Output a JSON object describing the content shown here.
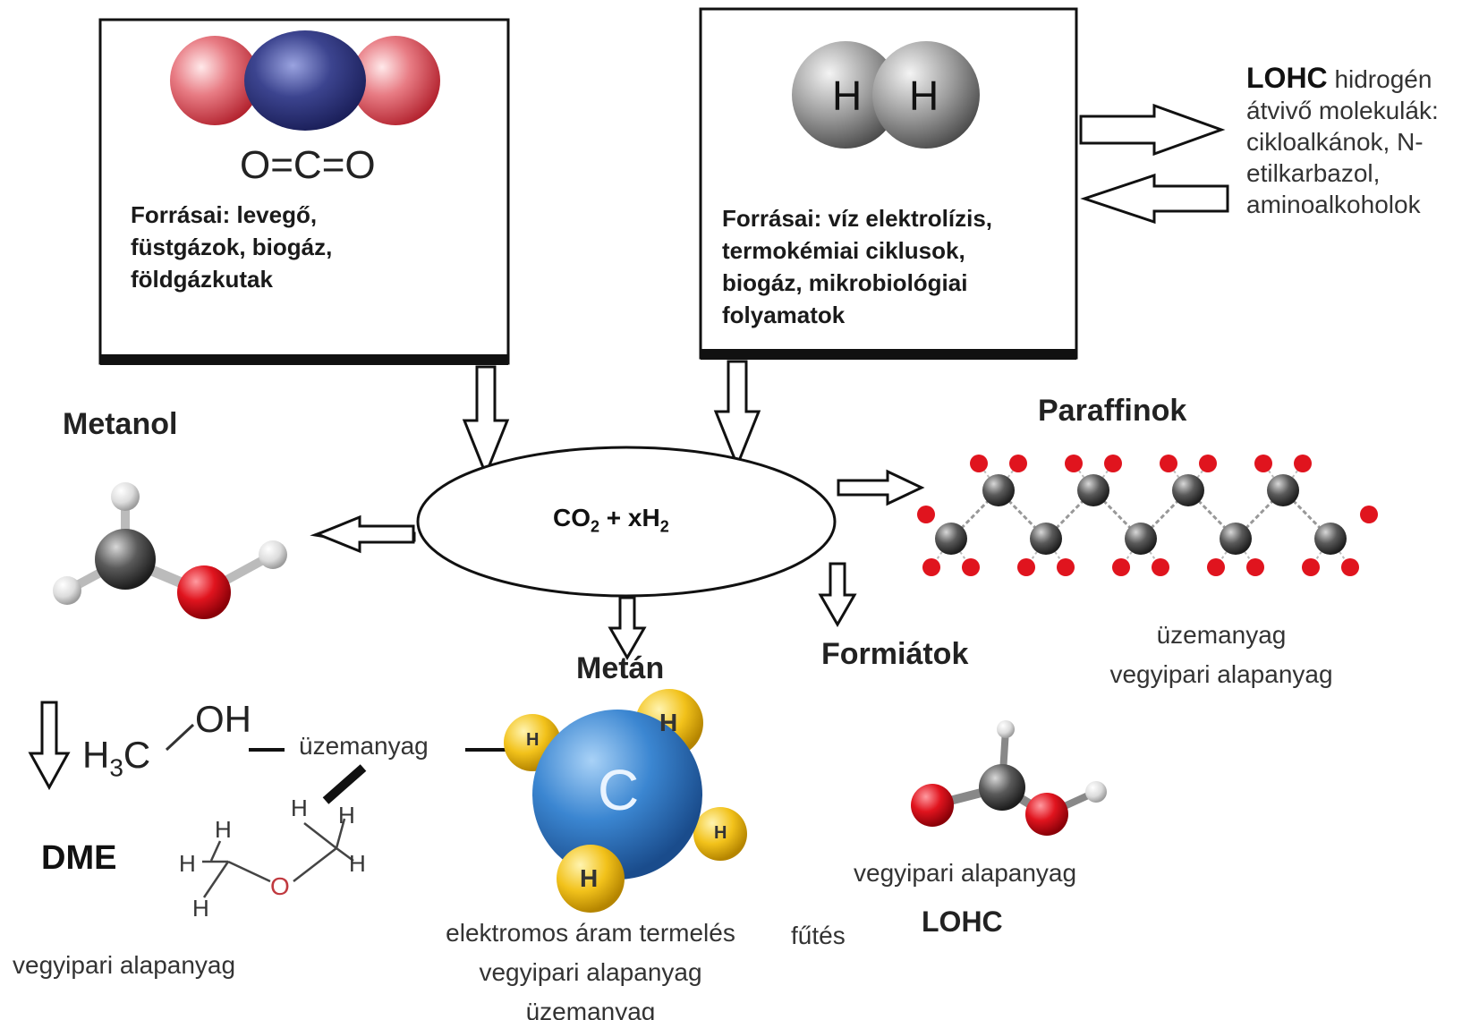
{
  "co2_box": {
    "formula": "O=C=O",
    "sources": [
      "Forrásai: levegő,",
      "füstgázok, biogáz,",
      "földgázkutak"
    ]
  },
  "h2_box": {
    "atom_left": "H",
    "atom_right": "H",
    "sources": [
      "Forrásai: víz elektrolízis,",
      "termokémiai ciklusok,",
      "biogáz, mikrobiológiai",
      "folyamatok"
    ]
  },
  "lohc_side": {
    "title": "LOHC",
    "lines": [
      "hidrogén",
      "átvivő molekulák:",
      "cikloalkánok, N-",
      "etilkarbazol,",
      "aminoalkoholok"
    ]
  },
  "center": {
    "reaction": "CO",
    "sub1": "2",
    "mid": " + xH",
    "sub2": "2"
  },
  "metanol": {
    "title": "Metanol"
  },
  "methanol_formula": {
    "h3": "H",
    "sub": "3",
    "c": "C",
    "oh": "OH"
  },
  "dme": {
    "title": "DME",
    "use": "vegyipari alapanyag"
  },
  "dme_atoms": {
    "h": "H",
    "o": "O"
  },
  "mid_use": "üzemanyag",
  "metan": {
    "title": "Metán",
    "center_atom": "C",
    "h": "H",
    "uses": [
      "elektromos áram termelés",
      "vegyipari alapanyag",
      "üzemanyag"
    ],
    "heating": "fűtés"
  },
  "formiatok": {
    "title": "Formiátok",
    "use": "vegyipari alapanyag",
    "lohc": "LOHC"
  },
  "paraffinok": {
    "title": "Paraffinok",
    "uses": [
      "üzemanyag",
      "vegyipari alapanyag"
    ]
  },
  "colors": {
    "oxygen_red": "#d8343a",
    "carbon_blue": "#2a2f7a",
    "methane_blue": "#3b86d1",
    "hydrogen_yellow": "#f2c21b"
  }
}
